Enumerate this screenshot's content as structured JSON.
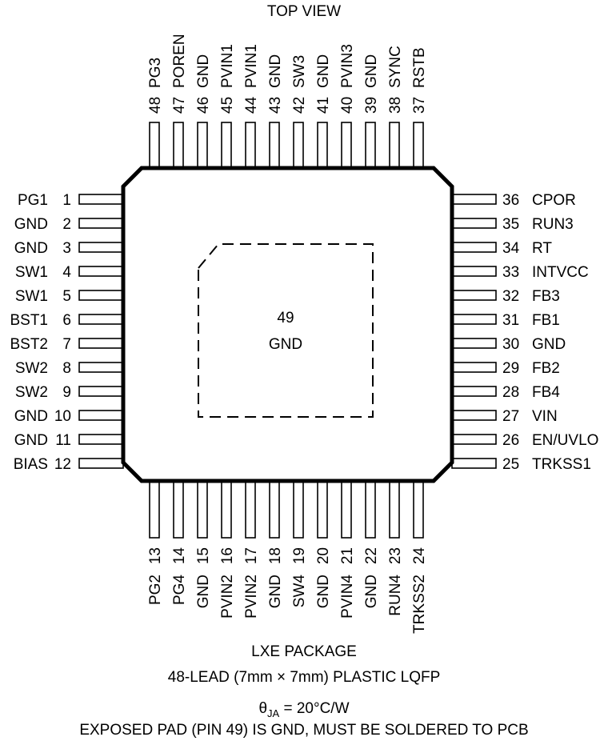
{
  "view_label": "TOP VIEW",
  "exposed_pad": {
    "number": "49",
    "name": "GND"
  },
  "pins": {
    "left": [
      [
        "1",
        "PG1"
      ],
      [
        "2",
        "GND"
      ],
      [
        "3",
        "GND"
      ],
      [
        "4",
        "SW1"
      ],
      [
        "5",
        "SW1"
      ],
      [
        "6",
        "BST1"
      ],
      [
        "7",
        "BST2"
      ],
      [
        "8",
        "SW2"
      ],
      [
        "9",
        "SW2"
      ],
      [
        "10",
        "GND"
      ],
      [
        "11",
        "GND"
      ],
      [
        "12",
        "BIAS"
      ]
    ],
    "right": [
      [
        "36",
        "CPOR"
      ],
      [
        "35",
        "RUN3"
      ],
      [
        "34",
        "RT"
      ],
      [
        "33",
        "INTVCC"
      ],
      [
        "32",
        "FB3"
      ],
      [
        "31",
        "FB1"
      ],
      [
        "30",
        "GND"
      ],
      [
        "29",
        "FB2"
      ],
      [
        "28",
        "FB4"
      ],
      [
        "27",
        "VIN"
      ],
      [
        "26",
        "EN/UVLO"
      ],
      [
        "25",
        "TRKSS1"
      ]
    ],
    "top": [
      [
        "48",
        "PG3"
      ],
      [
        "47",
        "POREN"
      ],
      [
        "46",
        "GND"
      ],
      [
        "45",
        "PVIN1"
      ],
      [
        "44",
        "PVIN1"
      ],
      [
        "43",
        "GND"
      ],
      [
        "42",
        "SW3"
      ],
      [
        "41",
        "GND"
      ],
      [
        "40",
        "PVIN3"
      ],
      [
        "39",
        "GND"
      ],
      [
        "38",
        "SYNC"
      ],
      [
        "37",
        "RSTB"
      ]
    ],
    "bottom": [
      [
        "13",
        "PG2"
      ],
      [
        "14",
        "PG4"
      ],
      [
        "15",
        "GND"
      ],
      [
        "16",
        "PVIN2"
      ],
      [
        "17",
        "PVIN2"
      ],
      [
        "18",
        "GND"
      ],
      [
        "19",
        "SW4"
      ],
      [
        "20",
        "GND"
      ],
      [
        "21",
        "PVIN4"
      ],
      [
        "22",
        "GND"
      ],
      [
        "23",
        "RUN4"
      ],
      [
        "24",
        "TRKSS2"
      ]
    ]
  },
  "package": {
    "name": "LXE PACKAGE",
    "description": "48-LEAD (7mm × 7mm) PLASTIC LQFP",
    "theta_symbol": "θ",
    "theta_sub": "JA",
    "theta_value": " = 20°C/W",
    "exposed_pad_note": "EXPOSED PAD (PIN 49) IS GND, MUST BE SOLDERED TO PCB"
  }
}
